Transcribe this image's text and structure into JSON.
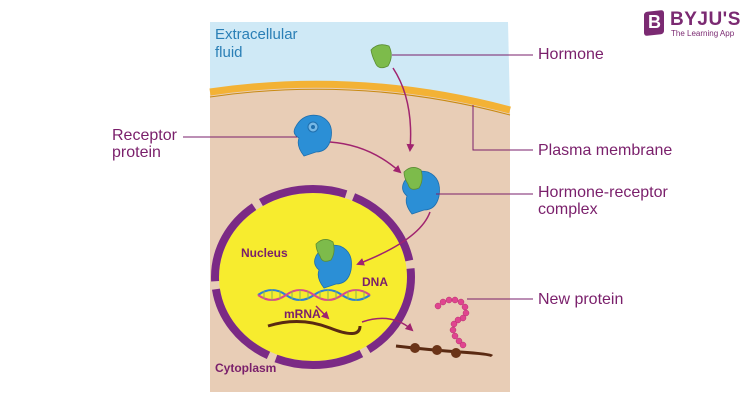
{
  "brand": {
    "logo_letter": "B",
    "name": "BYJU'S",
    "tagline": "The Learning App",
    "color": "#7b2a72"
  },
  "labels": {
    "extracellular_line1": "Extracellular",
    "extracellular_line2": "fluid",
    "hormone": "Hormone",
    "receptor_line1": "Receptor",
    "receptor_line2": "protein",
    "plasma_membrane": "Plasma membrane",
    "complex_line1": "Hormone-receptor",
    "complex_line2": "complex",
    "new_protein": "New protein",
    "nucleus": "Nucleus",
    "dna": "DNA",
    "mrna": "mRNA",
    "cytoplasm": "Cytoplasm"
  },
  "colors": {
    "label_text": "#7a1f6b",
    "fluid_text": "#2a7fb6",
    "extracellular": "#cfe9f6",
    "cytoplasm": "#e8cdb6",
    "membrane": "#f3b235",
    "nucleus": "#f7ec2e",
    "nuclear_envelope": "#7b2a85",
    "receptor": "#2b8fd6",
    "hormone": "#7dbb4b",
    "protein_beads": "#e0458f"
  }
}
